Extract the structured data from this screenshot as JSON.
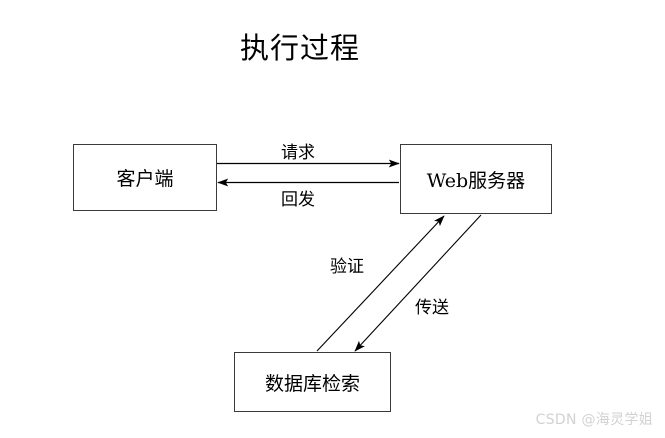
{
  "diagram": {
    "title": "执行过程",
    "nodes": [
      {
        "id": "client",
        "label": "客户端"
      },
      {
        "id": "server",
        "label": "Web服务器"
      },
      {
        "id": "database",
        "label": "数据库检索"
      }
    ],
    "edges": [
      {
        "id": "request",
        "label": "请求",
        "from": "client",
        "to": "server",
        "direction": "right"
      },
      {
        "id": "postback",
        "label": "回发",
        "from": "server",
        "to": "client",
        "direction": "left"
      },
      {
        "id": "verify",
        "label": "验证",
        "from": "database",
        "to": "server",
        "direction": "up-right"
      },
      {
        "id": "transmit",
        "label": "传送",
        "from": "server",
        "to": "database",
        "direction": "down-left"
      }
    ],
    "colors": {
      "background": "#ffffff",
      "node_border": "#3a3a3a",
      "edge_stroke": "#000000",
      "text": "#000000",
      "watermark": "#d2d2d2"
    }
  },
  "watermark": {
    "text": "CSDN @海灵学姐"
  }
}
